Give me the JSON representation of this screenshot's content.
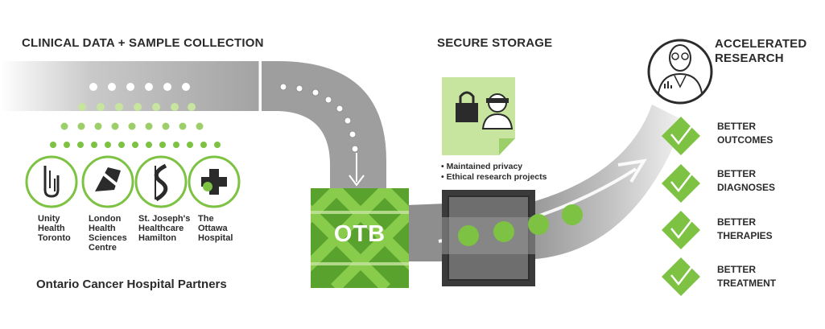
{
  "headings": {
    "collection": "CLINICAL DATA + SAMPLE COLLECTION",
    "storage": "SECURE STORAGE",
    "research": "ACCELERATED\nRESEARCH"
  },
  "partners": [
    {
      "name": "Unity\nHealth\nToronto",
      "icon": "unity-health-logo"
    },
    {
      "name": "London\nHealth\nSciences\nCentre",
      "icon": "lhsc-logo"
    },
    {
      "name": "St. Joseph's\nHealthcare\nHamilton",
      "icon": "st-josephs-logo"
    },
    {
      "name": "The\nOttawa\nHospital",
      "icon": "ottawa-hospital-logo"
    }
  ],
  "partners_caption": "Ontario Cancer Hospital Partners",
  "otb_label": "OTB",
  "storage_bullets": [
    "• Maintained privacy",
    "• Ethical research projects"
  ],
  "outcomes": [
    "BETTER\nOUTCOMES",
    "BETTER\nDIAGNOSES",
    "BETTER\nTHERAPIES",
    "BETTER\nTREATMENT"
  ],
  "colors": {
    "green": "#7dc242",
    "light_green": "#c7e59f",
    "dark_green": "#5aa22e",
    "gray": "#8c8c8c",
    "dark": "#2b2b2b"
  }
}
